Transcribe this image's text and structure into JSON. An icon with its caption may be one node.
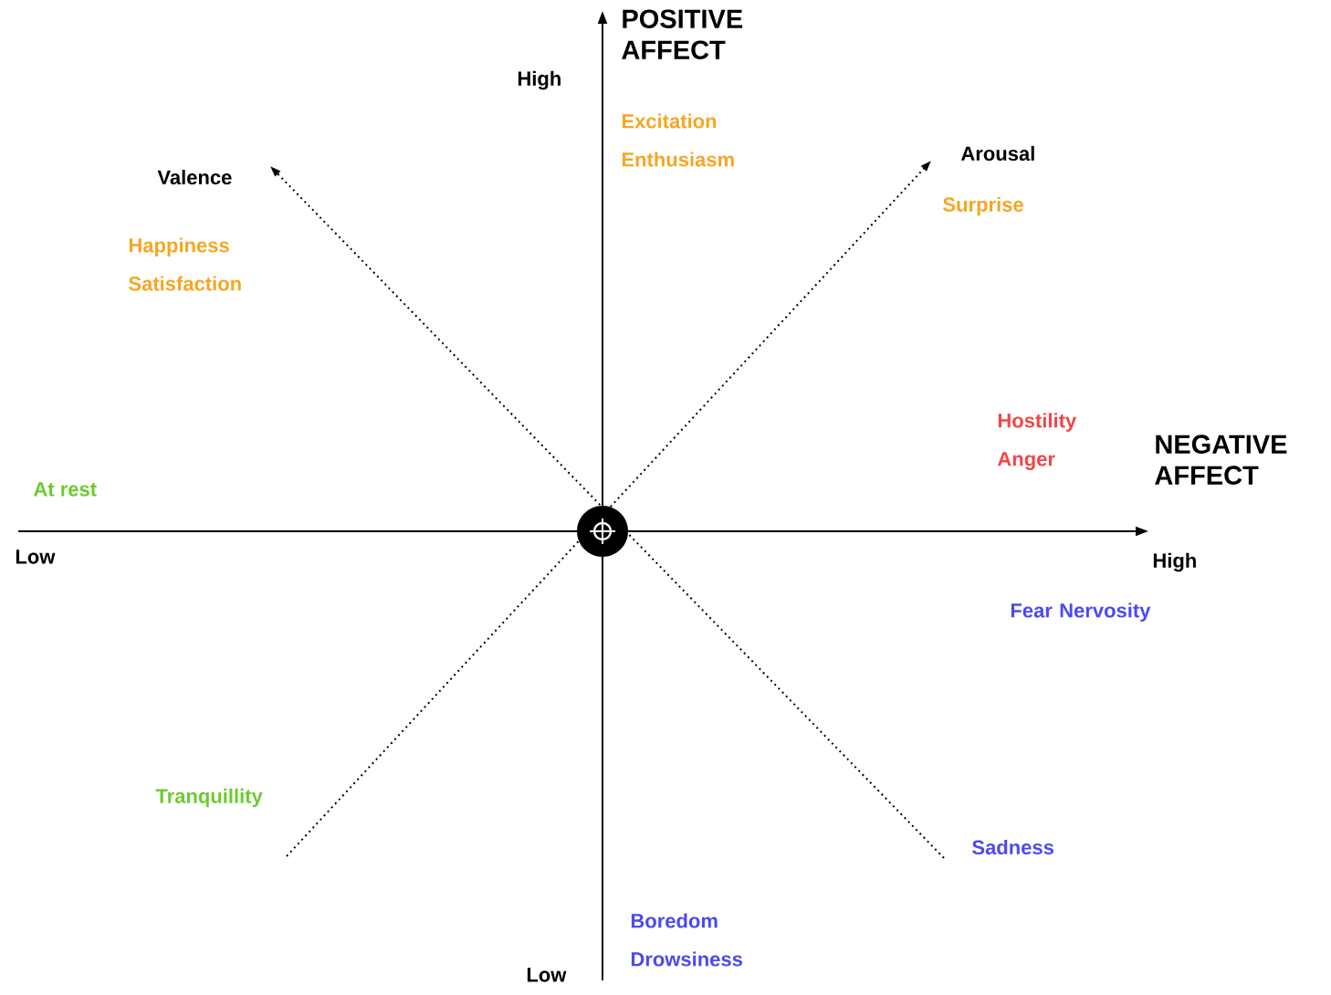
{
  "diagram": {
    "labels": [
      "POSITIVE AFFECT",
      "High",
      "Excitation Enthusiasm",
      "Valence",
      "Arousal",
      "Surprise",
      "Happiness Satisfaction",
      "Hostility Anger",
      "NEGATIVE AFFECT",
      "At rest",
      "Low",
      "High",
      "Fear Nervosity",
      "Tranquillity",
      "Sadness",
      "Low",
      "Boredom Drowsiness"
    ]
  }
}
